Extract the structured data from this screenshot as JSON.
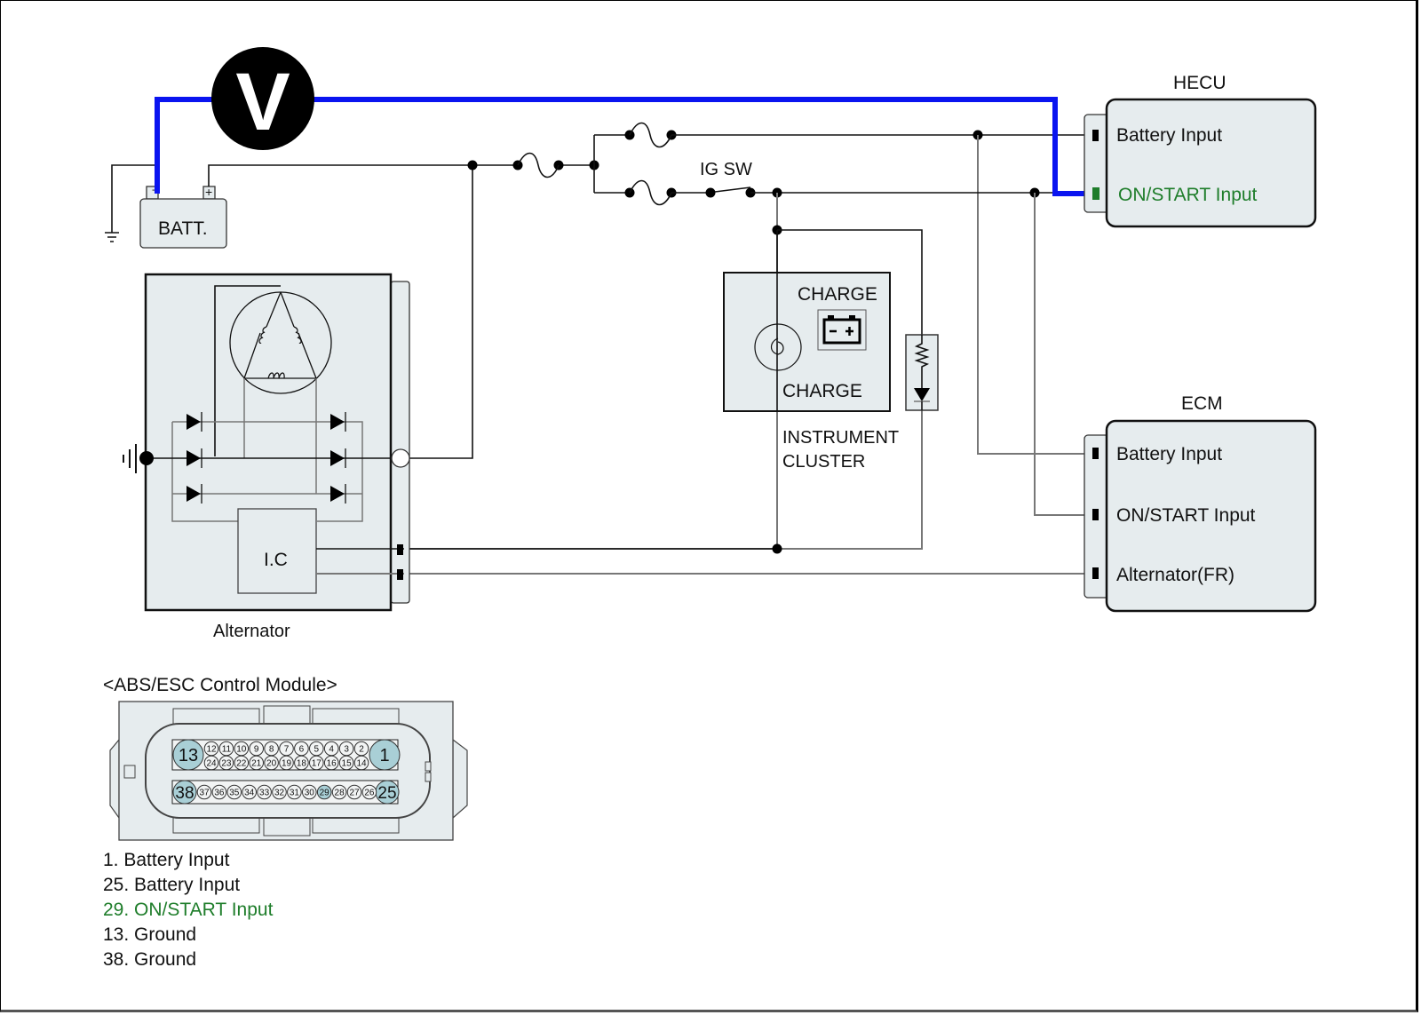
{
  "voltmeter": {
    "symbol": "V"
  },
  "battery": {
    "label": "BATT.",
    "neg": "-",
    "pos": "+"
  },
  "ig_switch": {
    "label": "IG SW"
  },
  "hecu": {
    "title": "HECU",
    "pins": [
      {
        "label": "Battery Input",
        "highlight": false
      },
      {
        "label": "ON/START Input",
        "highlight": true
      }
    ]
  },
  "ecm": {
    "title": "ECM",
    "pins": [
      {
        "label": "Battery Input"
      },
      {
        "label": "ON/START Input"
      },
      {
        "label": "Alternator(FR)"
      }
    ]
  },
  "cluster": {
    "label_top": "CHARGE",
    "label_bottom": "CHARGE",
    "name_line1": "INSTRUMENT",
    "name_line2": "CLUSTER"
  },
  "alternator": {
    "label": "Alternator",
    "ic_label": "I.C"
  },
  "connector": {
    "title": "<ABS/ESC Control Module>",
    "row1_top": [
      "13",
      "12",
      "11",
      "10",
      "9",
      "8",
      "7",
      "6",
      "5",
      "4",
      "3",
      "2",
      "1"
    ],
    "row1_bottom": [
      "24",
      "23",
      "22",
      "21",
      "20",
      "19",
      "18",
      "17",
      "16",
      "15",
      "14"
    ],
    "row2": [
      "38",
      "37",
      "36",
      "35",
      "34",
      "33",
      "32",
      "31",
      "30",
      "29",
      "28",
      "27",
      "26",
      "25"
    ],
    "highlighted_pins": [
      "1",
      "13",
      "25",
      "29",
      "38"
    ]
  },
  "pin_legend": [
    {
      "text": "1. Battery Input",
      "highlight": false
    },
    {
      "text": "25. Battery Input",
      "highlight": false
    },
    {
      "text": "29. ON/START Input",
      "highlight": true
    },
    {
      "text": "13. Ground",
      "highlight": false
    },
    {
      "text": "38. Ground",
      "highlight": false
    }
  ],
  "colors": {
    "measure_wire": "#0a14f0",
    "highlight_text": "#1e7d2a",
    "component_fill": "#e6ecee"
  }
}
